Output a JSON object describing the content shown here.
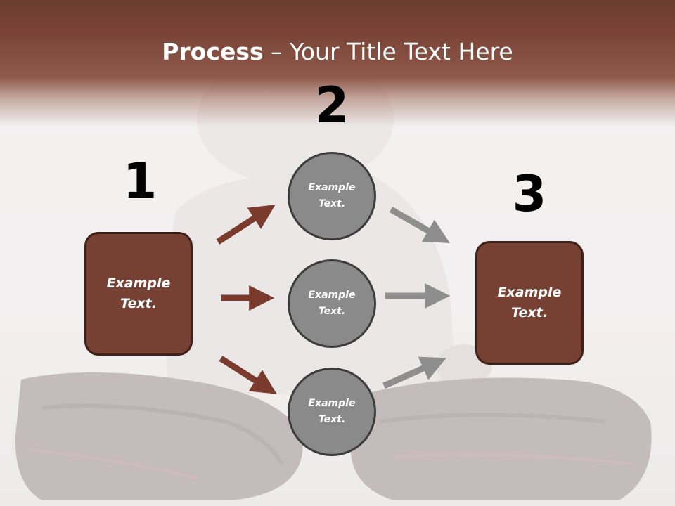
{
  "title": {
    "bold": "Process",
    "rest": " – Your Title Text Here"
  },
  "steps": [
    {
      "number": "1",
      "label": "Example Text."
    },
    {
      "number": "2",
      "labels": [
        "Example Text.",
        "Example Text.",
        "Example Text."
      ]
    },
    {
      "number": "3",
      "label": "Example Text."
    }
  ],
  "colors": {
    "brown": "#764032",
    "circle_gray": "#8a8a8a",
    "arrow_brown": "#7a3a2c",
    "arrow_gray": "#8e8e8e",
    "title_band": "#7a4437"
  }
}
